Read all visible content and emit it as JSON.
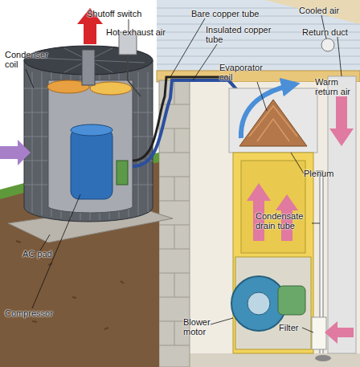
{
  "diagram": {
    "labels": [
      "Shutoff switch",
      "Bare copper tube",
      "Cooled air",
      "Insulated copper tube",
      "Return duct",
      "Hot exhaust air",
      "Condenser coil",
      "Evaporator coil",
      "Warm return air",
      "Plenum",
      "Condensate drain tube",
      "AC pad",
      "Compressor",
      "Blower motor",
      "Filter"
    ]
  }
}
